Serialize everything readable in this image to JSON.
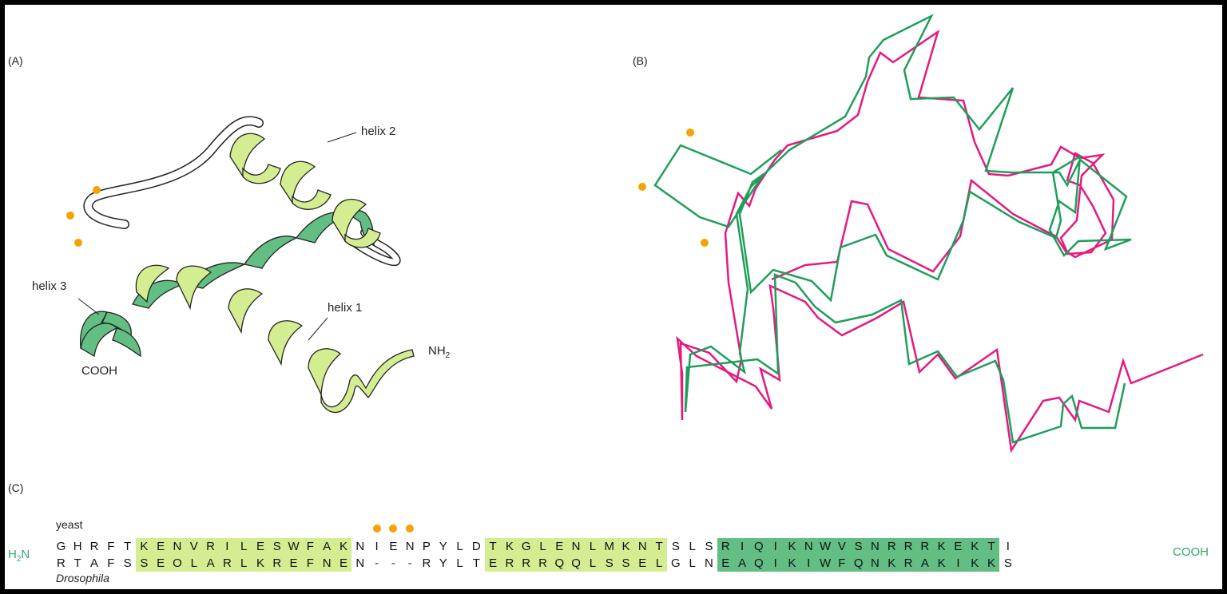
{
  "panels": {
    "a_label": "(A)",
    "b_label": "(B)",
    "c_label": "(C)"
  },
  "panel_a": {
    "helix2": "helix 2",
    "helix3": "helix 3",
    "helix1": "helix 1",
    "nh2": "NH",
    "nh2_sub": "2",
    "cooh": "COOH"
  },
  "panel_c": {
    "yeast_label": "yeast",
    "drosophila_label": "Drosophila",
    "h2n": "H",
    "h2n_sub": "2",
    "h2n_end": "N",
    "cooh": "COOH",
    "yeast_sequence": [
      "G",
      "H",
      "R",
      "F",
      "T",
      "K",
      "E",
      "N",
      "V",
      "R",
      "I",
      "L",
      "E",
      "S",
      "W",
      "F",
      "A",
      "K",
      "N",
      "I",
      "E",
      "N",
      "P",
      "Y",
      "L",
      "D",
      "T",
      "K",
      "G",
      "L",
      "E",
      "N",
      "L",
      "M",
      "K",
      "N",
      "T",
      "S",
      "L",
      "S",
      "R",
      "I",
      "Q",
      "I",
      "K",
      "N",
      "W",
      "V",
      "S",
      "N",
      "R",
      "R",
      "R",
      "K",
      "E",
      "K",
      "T",
      "I"
    ],
    "drosophila_sequence": [
      "R",
      "T",
      "A",
      "F",
      "S",
      "S",
      "E",
      "O",
      "L",
      "A",
      "R",
      "L",
      "K",
      "R",
      "E",
      "F",
      "N",
      "E",
      "N",
      "-",
      "-",
      "-",
      "R",
      "Y",
      "L",
      "T",
      "E",
      "R",
      "R",
      "R",
      "Q",
      "Q",
      "L",
      "S",
      "S",
      "E",
      "L",
      "G",
      "L",
      "N",
      "E",
      "A",
      "Q",
      "I",
      "K",
      "I",
      "W",
      "F",
      "Q",
      "N",
      "K",
      "R",
      "A",
      "K",
      "I",
      "K",
      "K",
      "S"
    ],
    "helix_regions": [
      {
        "name": "helix 1",
        "start": 5,
        "end": 17,
        "color": "#d4ed91"
      },
      {
        "name": "helix 2",
        "start": 26,
        "end": 36,
        "color": "#d4ed91"
      },
      {
        "name": "helix 3",
        "start": 40,
        "end": 56,
        "color": "#62be82"
      }
    ],
    "marked_positions": [
      19,
      20,
      21
    ]
  },
  "colors": {
    "light_helix": "#d4ed91",
    "dark_helix": "#62be82",
    "yeast_trace": "#1f9e5a",
    "drosophila_trace": "#e5197f",
    "marker": "#f4a300"
  }
}
